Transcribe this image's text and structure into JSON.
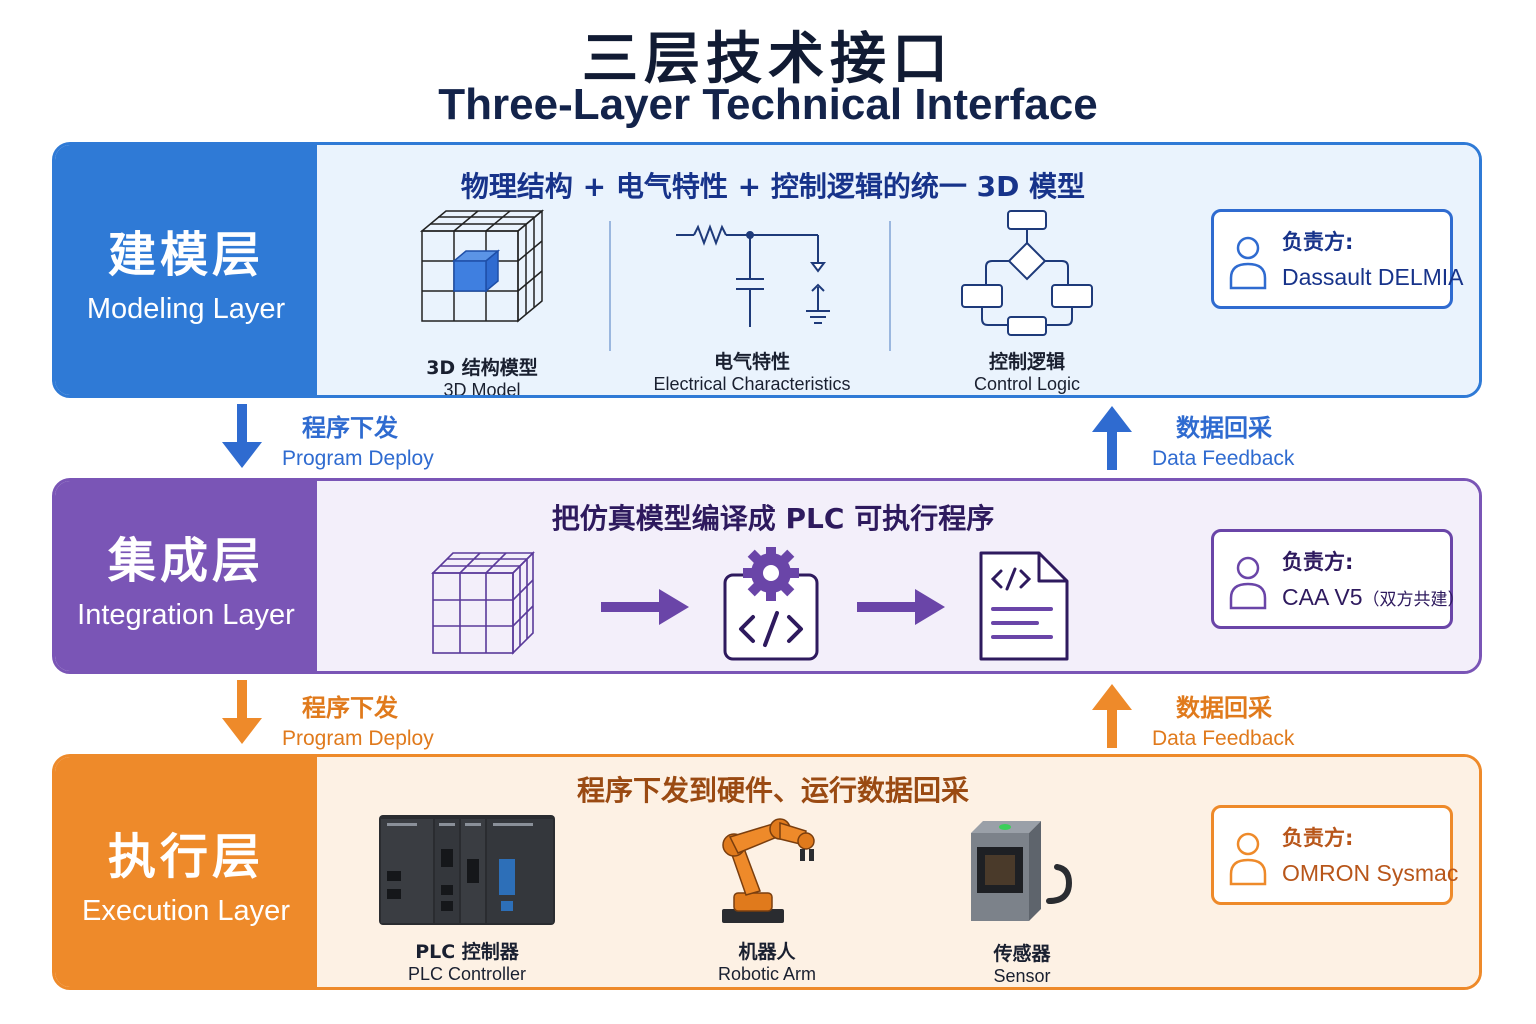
{
  "title": {
    "cn": "三层技术接口",
    "en": "Three-Layer Technical Interface"
  },
  "layers": {
    "modeling": {
      "cn": "建模层",
      "en": "Modeling Layer",
      "headline": "物理结构 + 电气特性 + 控制逻辑的统一 3D 模型",
      "items": [
        {
          "cn": "3D 结构模型",
          "en": "3D Model"
        },
        {
          "cn": "电气特性",
          "en": "Electrical Characteristics"
        },
        {
          "cn": "控制逻辑",
          "en": "Control Logic"
        }
      ],
      "owner_label": "负责方:",
      "owner_value": "Dassault DELMIA"
    },
    "integration": {
      "cn": "集成层",
      "en": "Integration Layer",
      "headline": "把仿真模型编译成 PLC 可执行程序",
      "owner_label": "负责方:",
      "owner_value": "CAA V5",
      "owner_note": "（双方共建）"
    },
    "execution": {
      "cn": "执行层",
      "en": "Execution Layer",
      "headline": "程序下发到硬件、运行数据回采",
      "items": [
        {
          "cn": "PLC 控制器",
          "en": "PLC Controller"
        },
        {
          "cn": "机器人",
          "en": "Robotic Arm"
        },
        {
          "cn": "传感器",
          "en": "Sensor"
        }
      ],
      "owner_label": "负责方:",
      "owner_value": "OMRON Sysmac"
    }
  },
  "flows": {
    "deploy1": {
      "cn": "程序下发",
      "en": "Program Deploy"
    },
    "feedback1": {
      "cn": "数据回采",
      "en": "Data Feedback"
    },
    "deploy2": {
      "cn": "程序下发",
      "en": "Program Deploy"
    },
    "feedback2": {
      "cn": "数据回采",
      "en": "Data Feedback"
    }
  },
  "colors": {
    "modeling": "#2f7ad6",
    "integration": "#7a55b6",
    "execution": "#ee8a2a",
    "text_dark": "#13234a"
  }
}
